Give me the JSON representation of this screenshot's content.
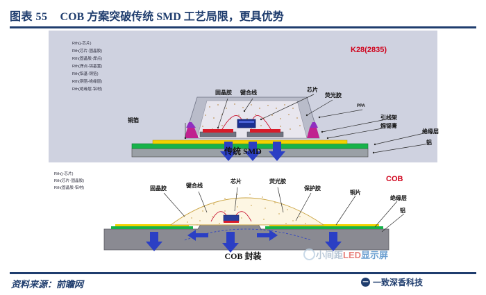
{
  "header": {
    "figure_number": "图表 55",
    "title": "COB 方案突破传统 SMD 工艺局限，更具优势"
  },
  "footer": {
    "source": "资料来源：前瞻网",
    "brand_mark": "一致深香科技",
    "brand_icon": "circle-logo-icon"
  },
  "watermark": {
    "text_1": "小间距",
    "text_2": "LED",
    "text_3": "显示屏",
    "ring_icon": "watermark-ring-icon"
  },
  "colors": {
    "accent_blue": "#1f3d6e",
    "panel_gray": "#cfd2e0",
    "tag_red": "#d0021b",
    "arrow_blue": "#2b3fc4",
    "chip_blue": "#1a2f8f",
    "die_red": "#d81b2a",
    "green_layer": "#17b24a",
    "yellow_layer": "#f2d200",
    "body_gray": "#8a8a92"
  },
  "top_panel": {
    "caption": "传统 SMD",
    "tag": "K28(2835)",
    "rth_stack": [
      "Rth(j-芯片)",
      "Rth(芯片-固晶胶)",
      "Rth(固晶胶-焊点)",
      "Rth(焊点-铝基置)",
      "Rth(铝基-铜箔)",
      "Rth(铜箔-绝缘层)",
      "Rth(绝缘层-铝材)"
    ],
    "callouts": [
      "固晶胶",
      "键合线",
      "芯片",
      "荧光胶",
      "PPA",
      "引线架",
      "焊锡膏",
      "绝缘层",
      "铝",
      "铜箔"
    ]
  },
  "bottom_panel": {
    "caption": "COB 封装",
    "tag": "COB",
    "rth_stack": [
      "Rth(j-芯片)",
      "Rth(芯片-固晶胶)",
      "Rth(固晶胶-铝材)"
    ],
    "callouts": [
      "固晶胶",
      "键合线",
      "芯片",
      "荧光胶",
      "保护胶",
      "铜片",
      "绝缘层",
      "铝"
    ]
  }
}
